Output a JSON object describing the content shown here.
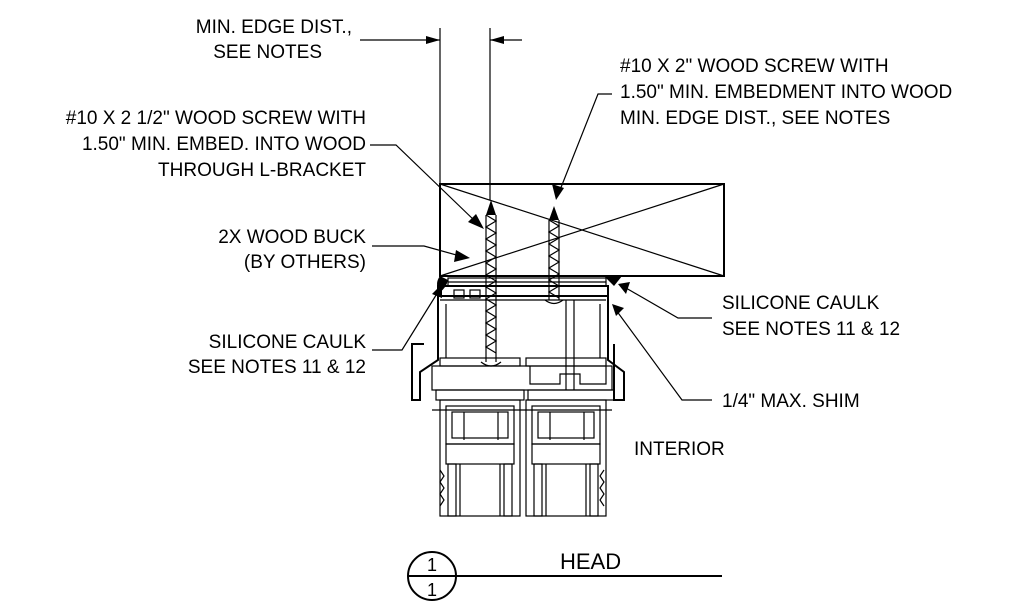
{
  "labels": {
    "min_edge_1": "MIN. EDGE DIST.,",
    "min_edge_2": "SEE NOTES",
    "screw_right_1": "#10 X 2\" WOOD SCREW WITH",
    "screw_right_2": "1.50\" MIN. EMBEDMENT INTO  WOOD",
    "screw_right_3": "MIN. EDGE DIST., SEE NOTES",
    "screw_left_1": "#10 X 2 1/2\" WOOD SCREW WITH",
    "screw_left_2": "1.50\" MIN. EMBED. INTO  WOOD",
    "screw_left_3": "THROUGH L-BRACKET",
    "buck_1": "2X WOOD BUCK",
    "buck_2": "(BY OTHERS)",
    "caulk_left_1": "SILICONE CAULK",
    "caulk_left_2": "SEE NOTES 11 & 12",
    "caulk_right_1": "SILICONE CAULK",
    "caulk_right_2": "SEE NOTES 11 & 12",
    "shim": "1/4\" MAX. SHIM",
    "interior": "INTERIOR"
  },
  "title_block": {
    "detail_number": "1",
    "sheet_number": "1",
    "title": "HEAD"
  }
}
